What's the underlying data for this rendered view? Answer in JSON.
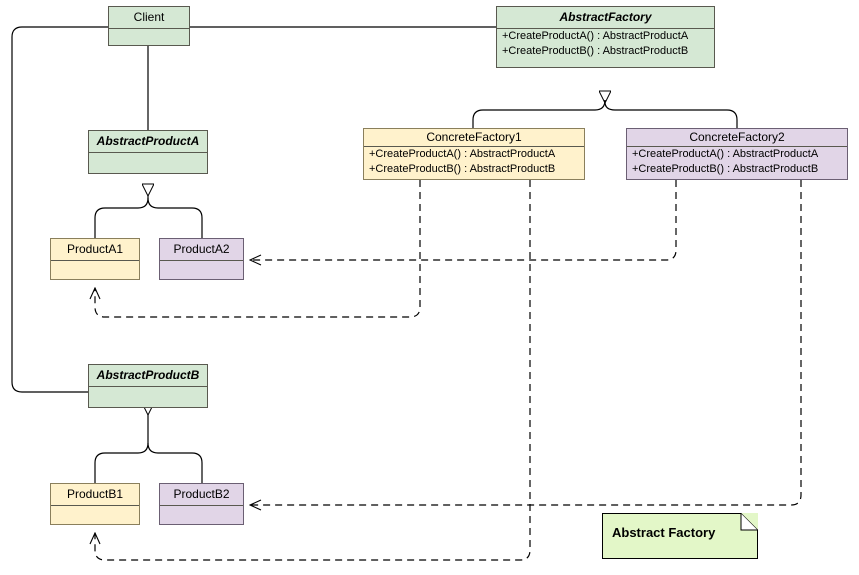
{
  "diagram": {
    "title": "Abstract Factory",
    "colors": {
      "abstract_fill": "#d5e8d4",
      "concrete1_fill": "#fff2cc",
      "concrete2_fill": "#e1d5e7",
      "note_fill": "#e3f7c8",
      "stroke": "#000000",
      "border": "#59594f"
    },
    "classes": [
      {
        "id": "client",
        "name": "Client",
        "abstract": false,
        "style": "green",
        "members": []
      },
      {
        "id": "abstract-factory",
        "name": "AbstractFactory",
        "abstract": true,
        "style": "green",
        "members": [
          "+CreateProductA() : AbstractProductA",
          "+CreateProductB() : AbstractProductB"
        ]
      },
      {
        "id": "concrete-factory-1",
        "name": "ConcreteFactory1",
        "abstract": false,
        "style": "yellow",
        "members": [
          "+CreateProductA() : AbstractProductA",
          "+CreateProductB() : AbstractProductB"
        ]
      },
      {
        "id": "concrete-factory-2",
        "name": "ConcreteFactory2",
        "abstract": false,
        "style": "purple",
        "members": [
          "+CreateProductA() : AbstractProductA",
          "+CreateProductB() : AbstractProductB"
        ]
      },
      {
        "id": "abstract-product-a",
        "name": "AbstractProductA",
        "abstract": true,
        "style": "green",
        "members": []
      },
      {
        "id": "product-a1",
        "name": "ProductA1",
        "abstract": false,
        "style": "yellow",
        "members": []
      },
      {
        "id": "product-a2",
        "name": "ProductA2",
        "abstract": false,
        "style": "purple",
        "members": []
      },
      {
        "id": "abstract-product-b",
        "name": "AbstractProductB",
        "abstract": true,
        "style": "green",
        "members": []
      },
      {
        "id": "product-b1",
        "name": "ProductB1",
        "abstract": false,
        "style": "yellow",
        "members": []
      },
      {
        "id": "product-b2",
        "name": "ProductB2",
        "abstract": false,
        "style": "purple",
        "members": []
      }
    ],
    "note": {
      "label": "Abstract Factory"
    }
  }
}
